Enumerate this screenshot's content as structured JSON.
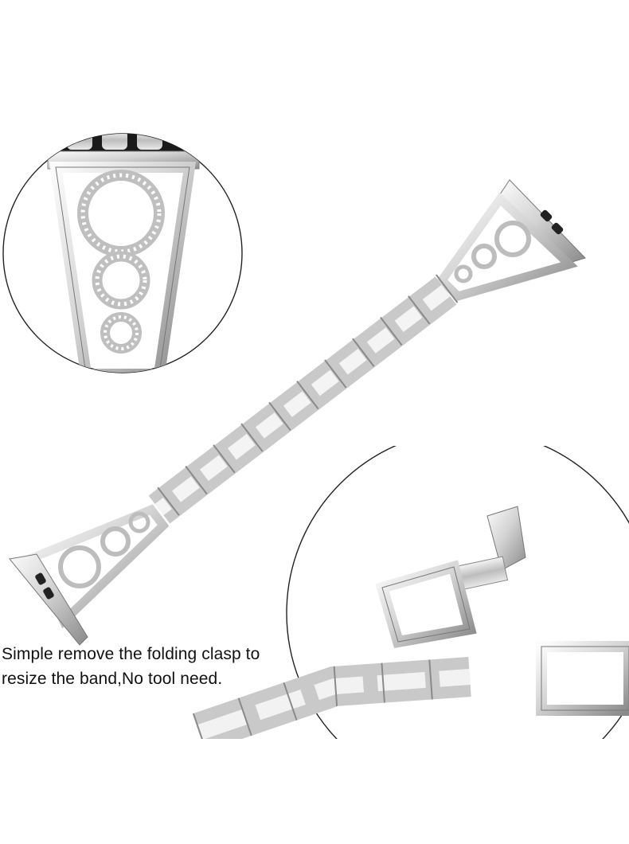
{
  "caption": {
    "line1": "Simple remove the folding clasp to",
    "line2": "resize the band,No tool need."
  },
  "colors": {
    "background": "#ffffff",
    "metal_light": "#f2f2f2",
    "metal_mid": "#c9c9c9",
    "metal_dark": "#7d7d7d",
    "circle_outline": "#222222",
    "text": "#111111"
  },
  "icons": {
    "detail_top": "rhinestone-infinity-band-closeup",
    "detail_bottom": "folding-clasp-closeup",
    "main": "apple-watch-rhinestone-link-band"
  }
}
